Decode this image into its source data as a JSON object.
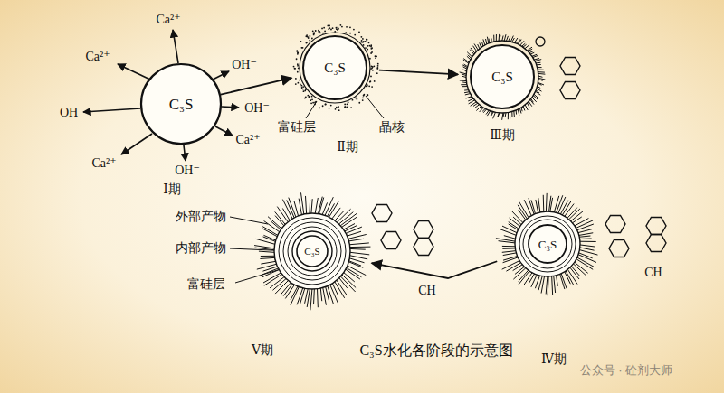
{
  "diagram": {
    "caption": "C₃S水化各阶段的示意图",
    "nodes": [
      {
        "text": [
          "C₃S"
        ]
      },
      {
        "text": [
          "C₃S"
        ]
      },
      {
        "text": [
          "C₃S"
        ]
      },
      {
        "text": [
          "C₃S"
        ]
      },
      {
        "text": [
          "C₃S"
        ]
      }
    ],
    "edges": [
      {
        "from": 0,
        "to": 1,
        "arrow": "to"
      },
      {
        "from": 1,
        "to": 2,
        "arrow": "to"
      },
      {
        "from": 4,
        "to": 3,
        "arrow": "to"
      }
    ],
    "labels": [
      "Ca²⁺",
      "Ca²⁺",
      "OH⁻",
      "OH",
      "OH⁻",
      "Ca²⁺",
      "OH⁻",
      "Ca²⁺",
      "Ⅰ期",
      "富硅层",
      "晶核",
      "Ⅱ期",
      "Ⅲ期",
      "外部产物",
      "内部产物",
      "富硅层",
      "CH",
      "Ⅴ期",
      "CH",
      "Ⅳ期",
      "公众号 · 砼剂大师"
    ]
  }
}
